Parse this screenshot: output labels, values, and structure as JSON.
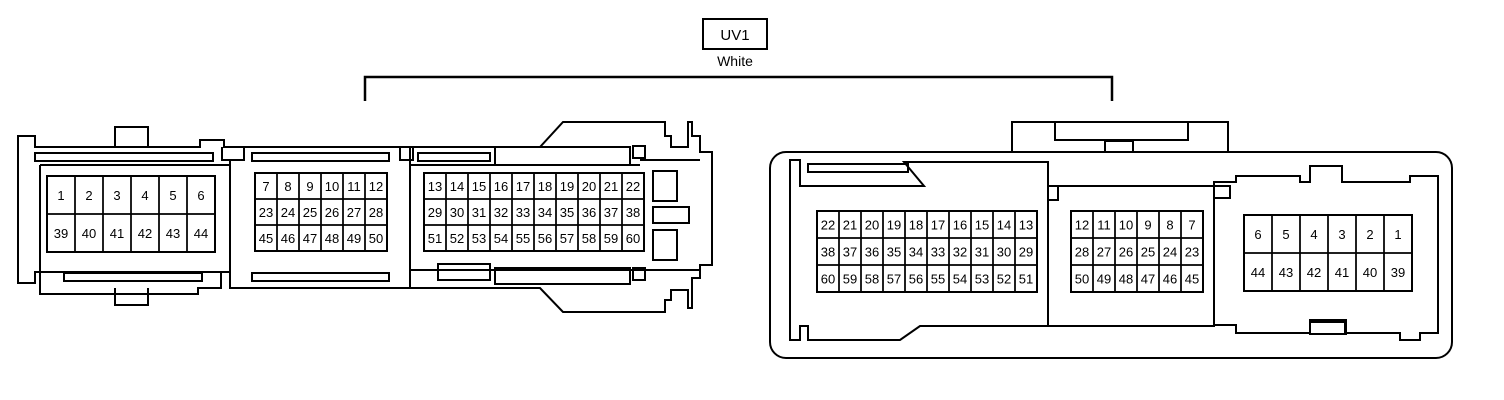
{
  "connector": {
    "code": "UV1",
    "color_label": "White"
  },
  "left_connector": {
    "group_a": {
      "rows": [
        [
          "1",
          "2",
          "3",
          "4",
          "5",
          "6"
        ],
        [
          "39",
          "40",
          "41",
          "42",
          "43",
          "44"
        ]
      ]
    },
    "group_b": {
      "rows": [
        [
          "7",
          "8",
          "9",
          "10",
          "11",
          "12"
        ],
        [
          "23",
          "24",
          "25",
          "26",
          "27",
          "28"
        ],
        [
          "45",
          "46",
          "47",
          "48",
          "49",
          "50"
        ]
      ]
    },
    "group_c": {
      "rows": [
        [
          "13",
          "14",
          "15",
          "16",
          "17",
          "18",
          "19",
          "20",
          "21",
          "22"
        ],
        [
          "29",
          "30",
          "31",
          "32",
          "33",
          "34",
          "35",
          "36",
          "37",
          "38"
        ],
        [
          "51",
          "52",
          "53",
          "54",
          "55",
          "56",
          "57",
          "58",
          "59",
          "60"
        ]
      ]
    }
  },
  "right_connector": {
    "group_a": {
      "rows": [
        [
          "22",
          "21",
          "20",
          "19",
          "18",
          "17",
          "16",
          "15",
          "14",
          "13"
        ],
        [
          "38",
          "37",
          "36",
          "35",
          "34",
          "33",
          "32",
          "31",
          "30",
          "29"
        ],
        [
          "60",
          "59",
          "58",
          "57",
          "56",
          "55",
          "54",
          "53",
          "52",
          "51"
        ]
      ]
    },
    "group_b": {
      "rows": [
        [
          "12",
          "11",
          "10",
          "9",
          "8",
          "7"
        ],
        [
          "28",
          "27",
          "26",
          "25",
          "24",
          "23"
        ],
        [
          "50",
          "49",
          "48",
          "47",
          "46",
          "45"
        ]
      ]
    },
    "group_c": {
      "rows": [
        [
          "6",
          "5",
          "4",
          "3",
          "2",
          "1"
        ],
        [
          "44",
          "43",
          "42",
          "41",
          "40",
          "39"
        ]
      ]
    }
  }
}
